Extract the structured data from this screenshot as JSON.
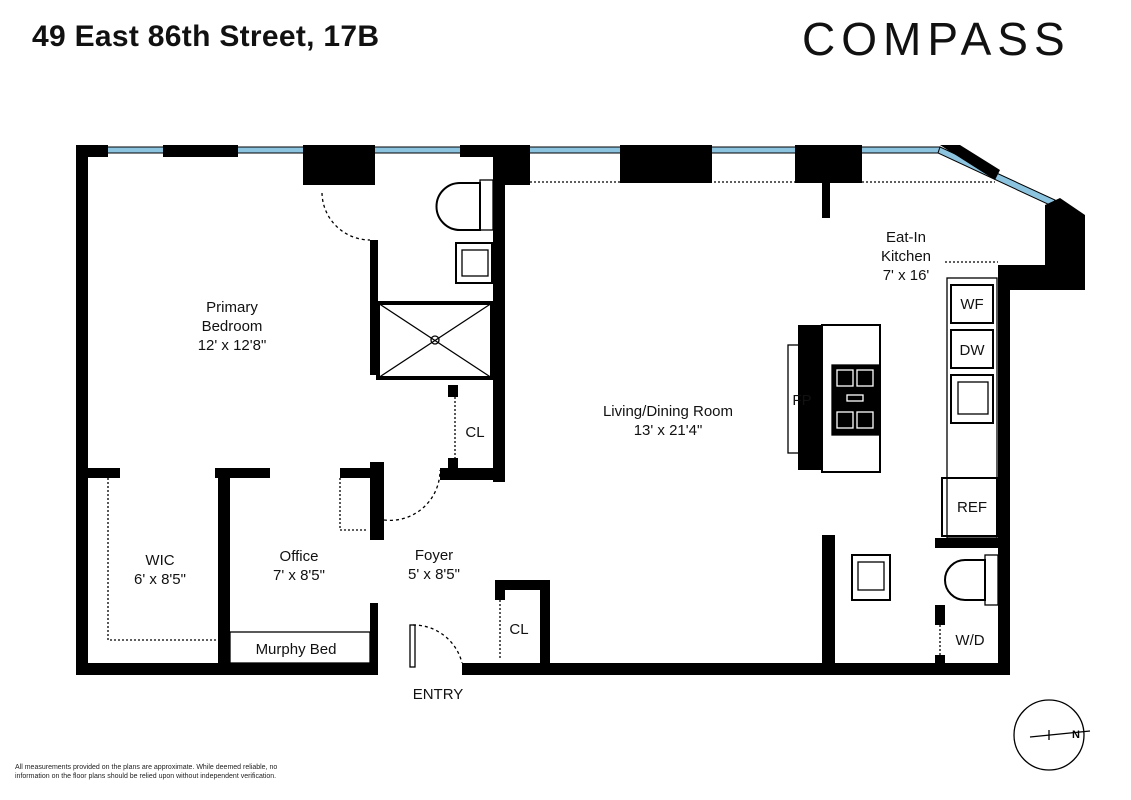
{
  "header": {
    "address": "49 East 86th Street, 17B",
    "brand": "COMPASS"
  },
  "rooms": {
    "primary_bedroom": {
      "name1": "Primary",
      "name2": "Bedroom",
      "size": "12' x 12'8\""
    },
    "living": {
      "name": "Living/Dining Room",
      "size": "13' x 21'4\""
    },
    "kitchen": {
      "name1": "Eat-In",
      "name2": "Kitchen",
      "size": "7' x 16'"
    },
    "wic": {
      "name": "WIC",
      "size": "6' x 8'5\""
    },
    "office": {
      "name": "Office",
      "size": "7' x 8'5\""
    },
    "foyer": {
      "name": "Foyer",
      "size": "5' x 8'5\""
    }
  },
  "fixtures": {
    "cl1": "CL",
    "cl2": "CL",
    "fp": "FP",
    "wf": "WF",
    "dw": "DW",
    "ref": "REF",
    "wd": "W/D",
    "murphy": "Murphy Bed",
    "entry": "ENTRY"
  },
  "compass_rose": {
    "north": "N"
  },
  "colors": {
    "wall": "#000000",
    "window": "#8cc4e0"
  },
  "disclaimer": "All measurements provided on the plans are approximate. While deemed reliable, no information on the floor plans should be relied upon without independent verification."
}
